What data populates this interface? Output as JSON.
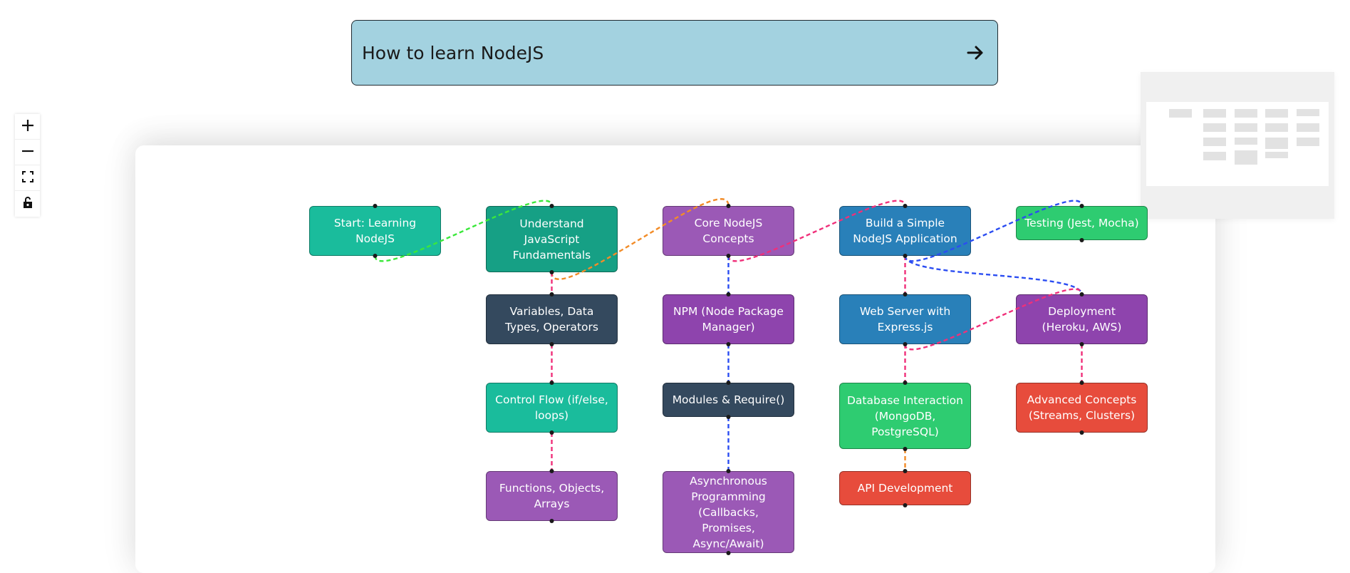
{
  "prompt": {
    "title": "How to learn NodeJS",
    "submit_icon": "arrow-right-icon"
  },
  "controls": {
    "zoom_in_icon": "plus-icon",
    "zoom_out_icon": "minus-icon",
    "fit_view_icon": "fit-view-icon",
    "lock_icon": "lock-icon"
  },
  "colors": {
    "teal": "#1abc9c",
    "dark_teal": "#16a085",
    "purple": "#9b59b6",
    "deep_purple": "#8e44ad",
    "navy": "#34495e",
    "blue": "#2980b9",
    "green": "#2ecc71",
    "red": "#e74c3c",
    "edge_green": "#3be83b",
    "edge_orange": "#f28c28",
    "edge_pink": "#f0307a",
    "edge_blue": "#2b4df2"
  },
  "nodes": [
    {
      "id": "start",
      "label": "Start: Learning NodeJS",
      "color": "#1abc9c"
    },
    {
      "id": "js",
      "label": "Understand JavaScript Fundamentals",
      "color": "#16a085"
    },
    {
      "id": "vars",
      "label": "Variables, Data Types, Operators",
      "color": "#34495e"
    },
    {
      "id": "flow",
      "label": "Control Flow (if/else, loops)",
      "color": "#1abc9c"
    },
    {
      "id": "funcs",
      "label": "Functions, Objects, Arrays",
      "color": "#9b59b6"
    },
    {
      "id": "core",
      "label": "Core NodeJS Concepts",
      "color": "#9b59b6"
    },
    {
      "id": "npm",
      "label": "NPM (Node Package Manager)",
      "color": "#8e44ad"
    },
    {
      "id": "modules",
      "label": "Modules & Require()",
      "color": "#34495e"
    },
    {
      "id": "async",
      "label": "Asynchronous Programming (Callbacks, Promises, Async/Await)",
      "color": "#9b59b6"
    },
    {
      "id": "build",
      "label": "Build a Simple NodeJS Application",
      "color": "#2980b9"
    },
    {
      "id": "express",
      "label": "Web Server with Express.js",
      "color": "#2980b9"
    },
    {
      "id": "db",
      "label": "Database Interaction (MongoDB, PostgreSQL)",
      "color": "#2ecc71"
    },
    {
      "id": "api",
      "label": "API Development",
      "color": "#e74c3c"
    },
    {
      "id": "testing",
      "label": "Testing (Jest, Mocha)",
      "color": "#2ecc71"
    },
    {
      "id": "deploy",
      "label": "Deployment (Heroku, AWS)",
      "color": "#8e44ad"
    },
    {
      "id": "advanced",
      "label": "Advanced Concepts (Streams, Clusters)",
      "color": "#e74c3c"
    }
  ],
  "edges": [
    {
      "from": "start",
      "to": "js",
      "color": "#3be83b"
    },
    {
      "from": "js",
      "to": "core",
      "color": "#f28c28"
    },
    {
      "from": "js",
      "to": "vars",
      "color": "#f0307a"
    },
    {
      "from": "vars",
      "to": "flow",
      "color": "#f0307a"
    },
    {
      "from": "flow",
      "to": "funcs",
      "color": "#f0307a"
    },
    {
      "from": "core",
      "to": "build",
      "color": "#f0307a"
    },
    {
      "from": "core",
      "to": "npm",
      "color": "#2b4df2"
    },
    {
      "from": "npm",
      "to": "modules",
      "color": "#2b4df2"
    },
    {
      "from": "modules",
      "to": "async",
      "color": "#2b4df2"
    },
    {
      "from": "build",
      "to": "testing",
      "color": "#2b4df2"
    },
    {
      "from": "build",
      "to": "express",
      "color": "#f0307a"
    },
    {
      "from": "build",
      "to": "deploy",
      "color": "#2b4df2"
    },
    {
      "from": "express",
      "to": "db",
      "color": "#f0307a"
    },
    {
      "from": "db",
      "to": "api",
      "color": "#f28c28"
    },
    {
      "from": "express",
      "to": "deploy",
      "color": "#f0307a"
    },
    {
      "from": "deploy",
      "to": "advanced",
      "color": "#f0307a"
    }
  ]
}
